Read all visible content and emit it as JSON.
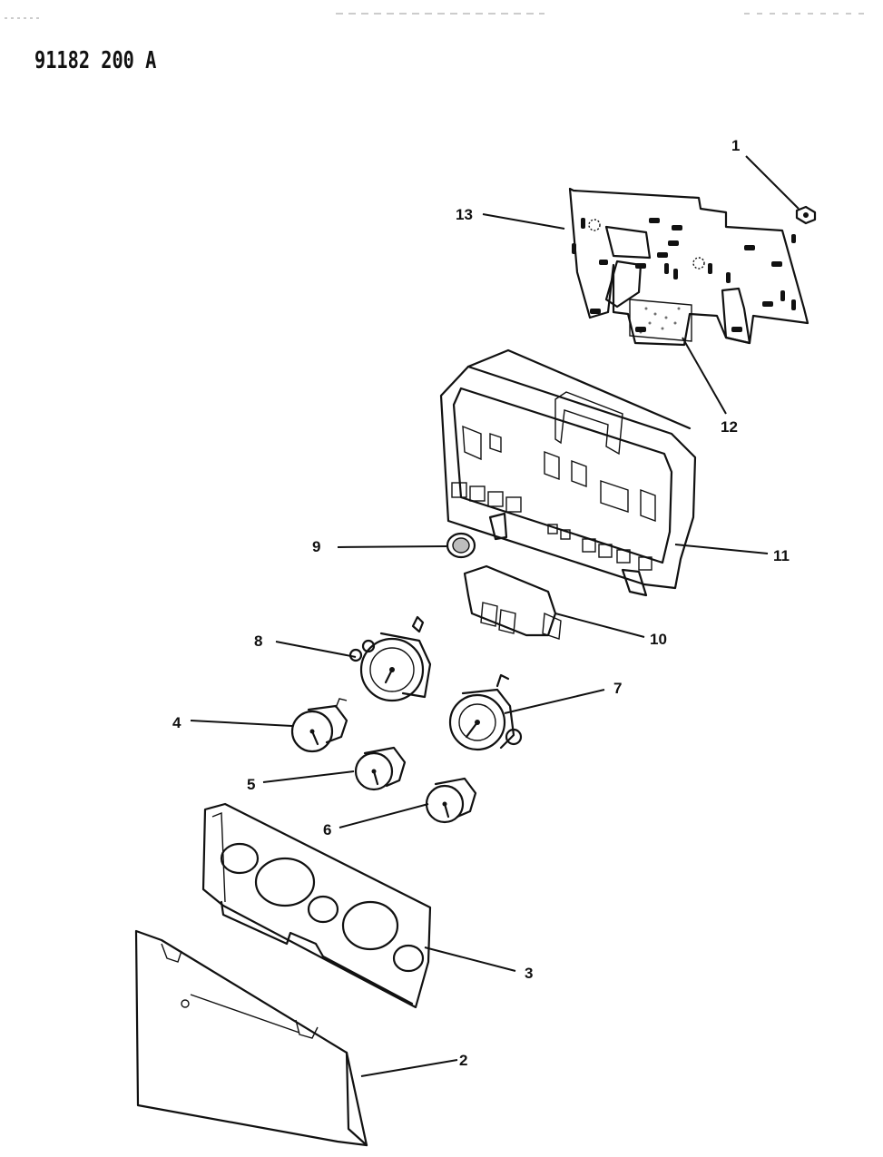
{
  "document_code": "91182 200  A",
  "callouts": [
    "1",
    "2",
    "3",
    "4",
    "5",
    "6",
    "7",
    "8",
    "9",
    "10",
    "11",
    "12",
    "13"
  ]
}
